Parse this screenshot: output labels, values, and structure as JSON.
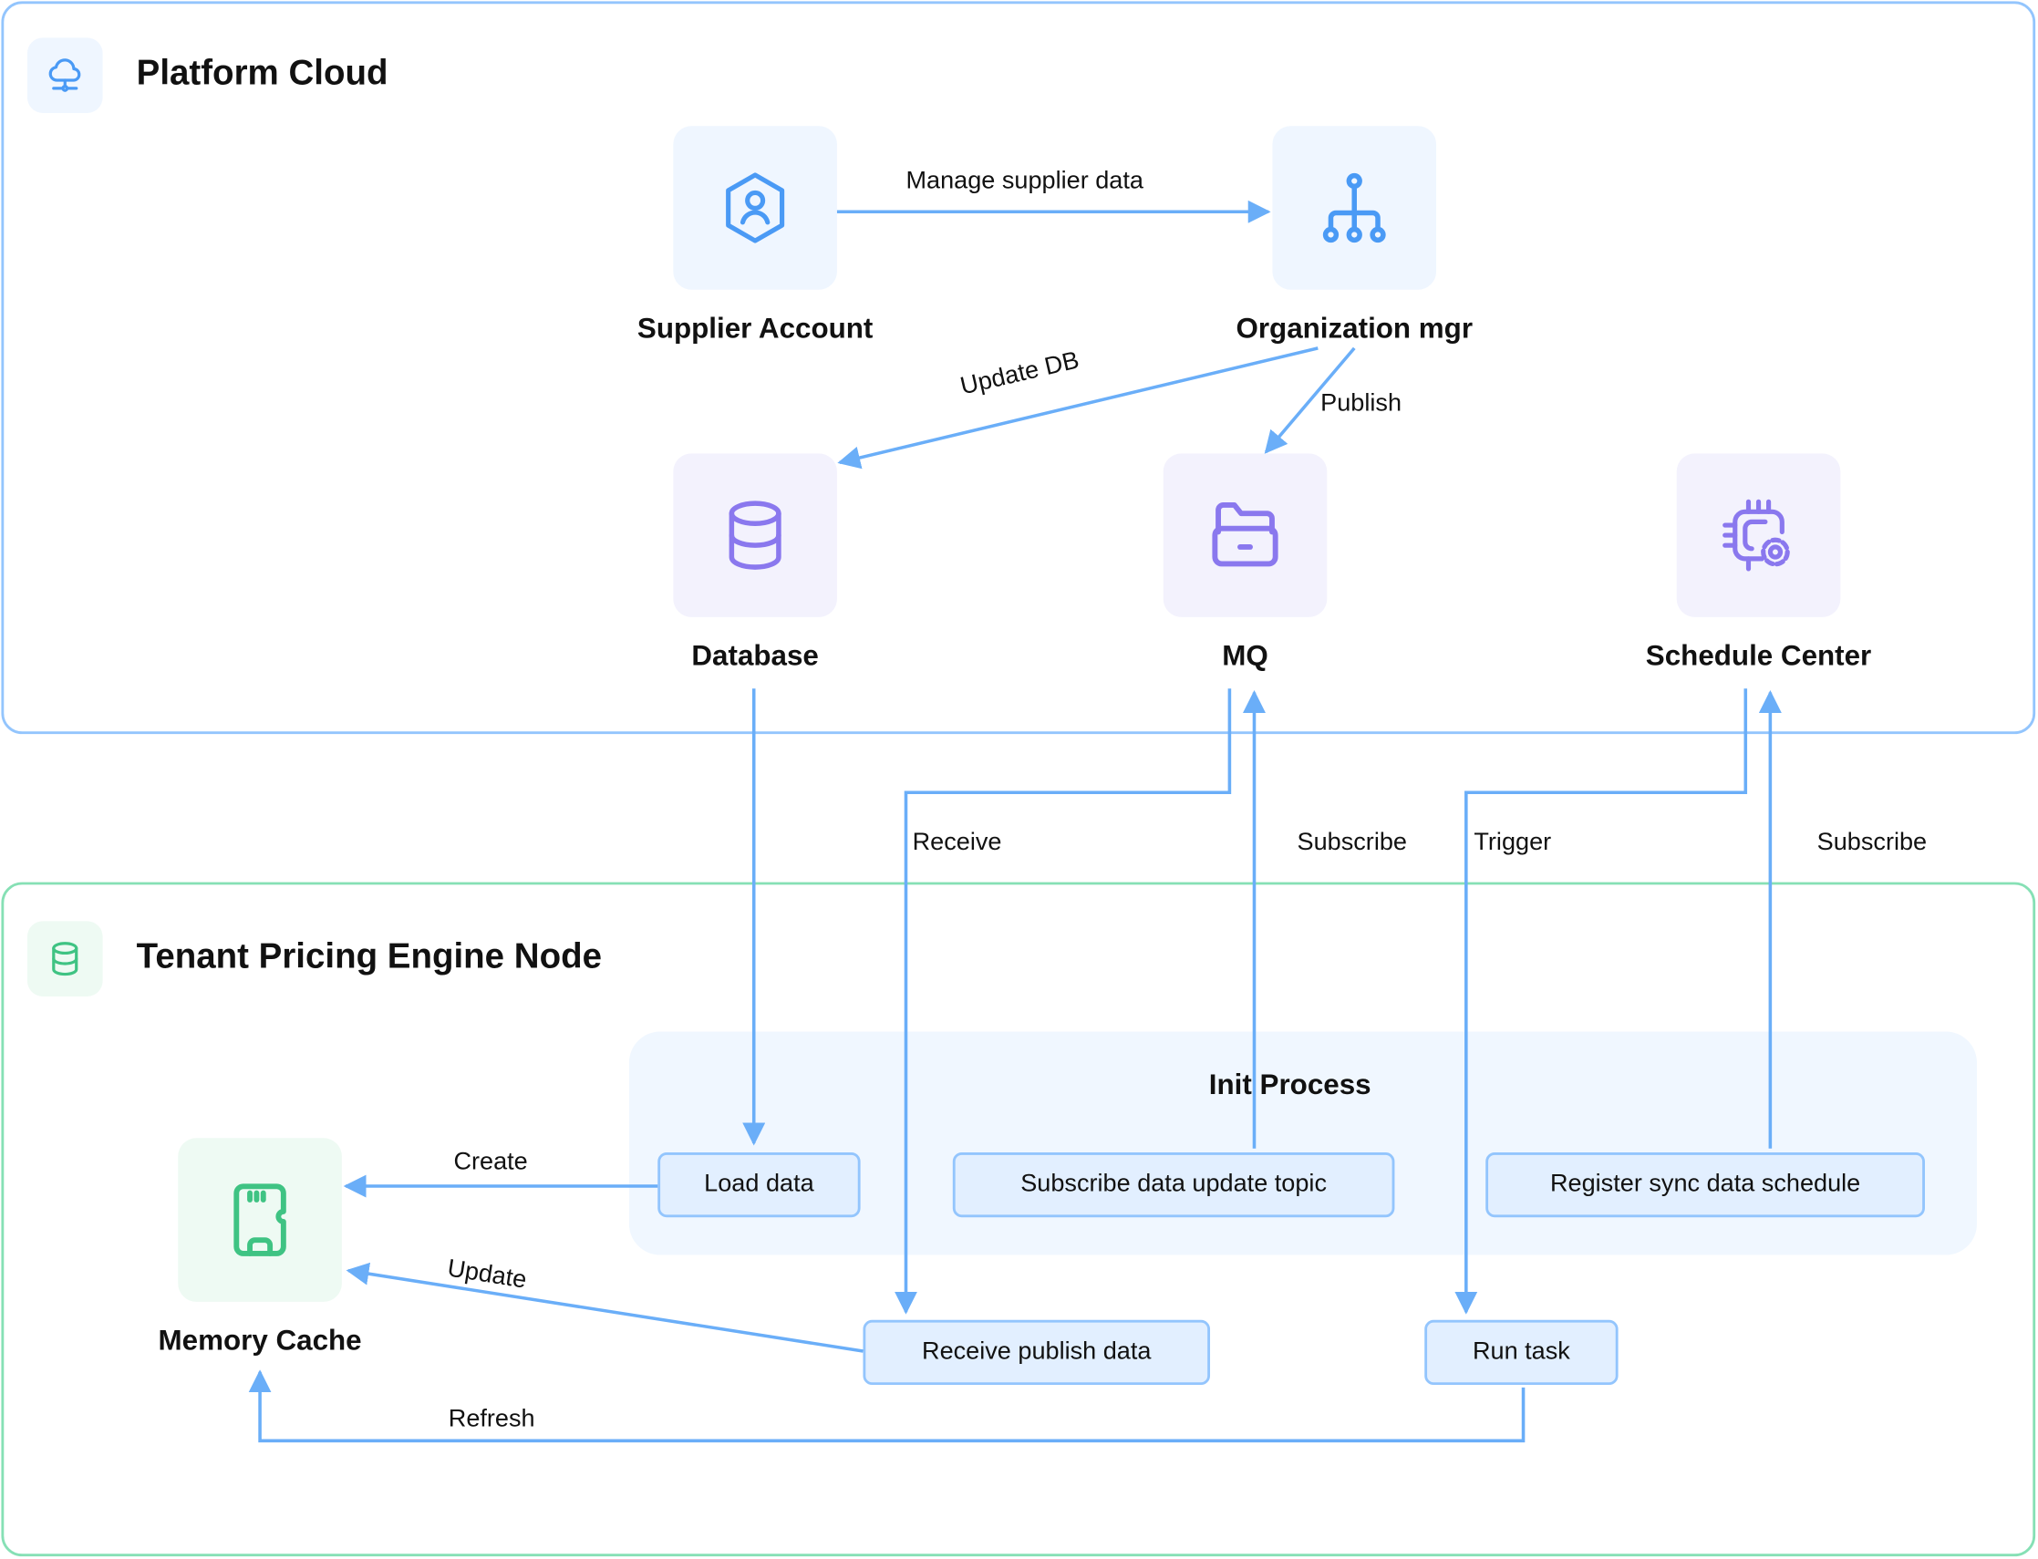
{
  "colors": {
    "edge": "#6aaef8",
    "cloud_border": "#93c5fd",
    "tenant_border": "#86e0b5",
    "icon_blue": "#4a9af5",
    "icon_purple": "#8a78ee",
    "icon_green": "#3fc383"
  },
  "groups": {
    "platform_cloud": {
      "title": "Platform Cloud",
      "icon": "cloud-network-icon"
    },
    "tenant_node": {
      "title": "Tenant Pricing Engine Node",
      "icon": "database-icon"
    }
  },
  "nodes": {
    "supplier_account": {
      "label": "Supplier Account",
      "icon": "user-hexagon-icon"
    },
    "organization_mgr": {
      "label": "Organization mgr",
      "icon": "hierarchy-icon"
    },
    "database": {
      "label": "Database",
      "icon": "database-icon"
    },
    "mq": {
      "label": "MQ",
      "icon": "folder-open-icon"
    },
    "schedule_center": {
      "label": "Schedule Center",
      "icon": "cpu-settings-icon"
    },
    "memory_cache": {
      "label": "Memory Cache",
      "icon": "sd-card-icon"
    }
  },
  "init_process": {
    "title": "Init Process",
    "steps": [
      "Load data",
      "Subscribe data update topic",
      "Register sync data schedule"
    ]
  },
  "steps": {
    "receive_publish": "Receive publish data",
    "run_task": "Run task"
  },
  "edges": {
    "manage_supplier_data": "Manage supplier data",
    "update_db": "Update DB",
    "publish": "Publish",
    "receive": "Receive",
    "subscribe_mq": "Subscribe",
    "trigger": "Trigger",
    "subscribe_schedule": "Subscribe",
    "create": "Create",
    "update": "Update",
    "refresh": "Refresh"
  }
}
